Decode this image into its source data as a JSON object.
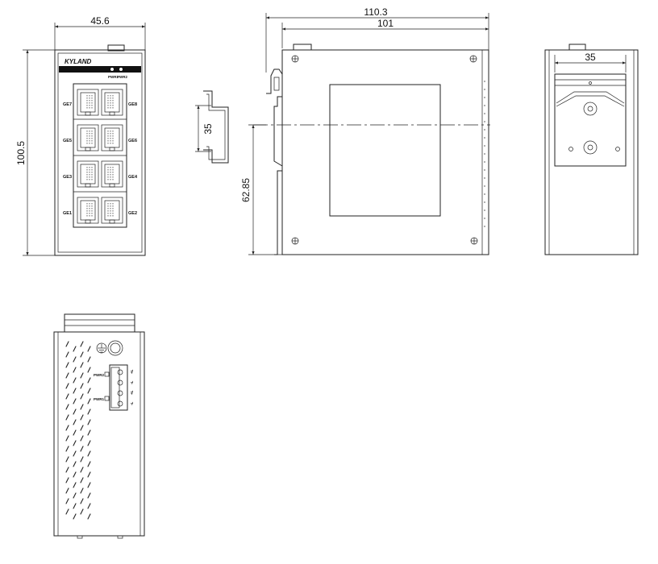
{
  "dimensions": {
    "front_width": "45.6",
    "front_height": "100.5",
    "side_total_width": "110.3",
    "side_body_width": "101",
    "din_rail_height": "35",
    "din_axis_height": "62.85",
    "rear_rail_width": "35"
  },
  "front_panel": {
    "logo": "KYLAND",
    "leds": [
      "PWR1",
      "PWR2"
    ],
    "ports": [
      {
        "left": "GE7",
        "right": "GE8"
      },
      {
        "left": "GE5",
        "right": "GE6"
      },
      {
        "left": "GE3",
        "right": "GE4"
      },
      {
        "left": "GE1",
        "right": "GE2"
      }
    ]
  },
  "top_view": {
    "terminals": [
      "PWR2",
      "PWR1"
    ],
    "pin_marks": [
      "+L",
      "-L",
      "+L",
      "-L"
    ]
  },
  "colors": {
    "line": "#222222",
    "led_bar": "#111111",
    "background": "#ffffff"
  }
}
